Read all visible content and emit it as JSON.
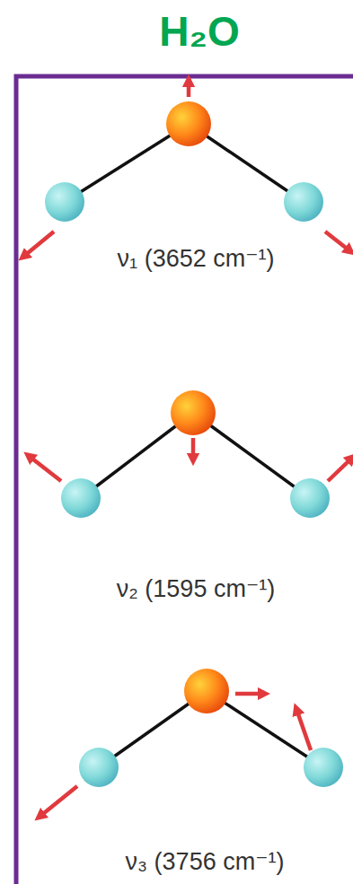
{
  "diagram": {
    "title": "H₂O",
    "labels": [
      "ν₁ (3652 cm⁻¹)",
      "ν₂ (1595 cm⁻¹)",
      "ν₃ (3756 cm⁻¹)"
    ]
  }
}
